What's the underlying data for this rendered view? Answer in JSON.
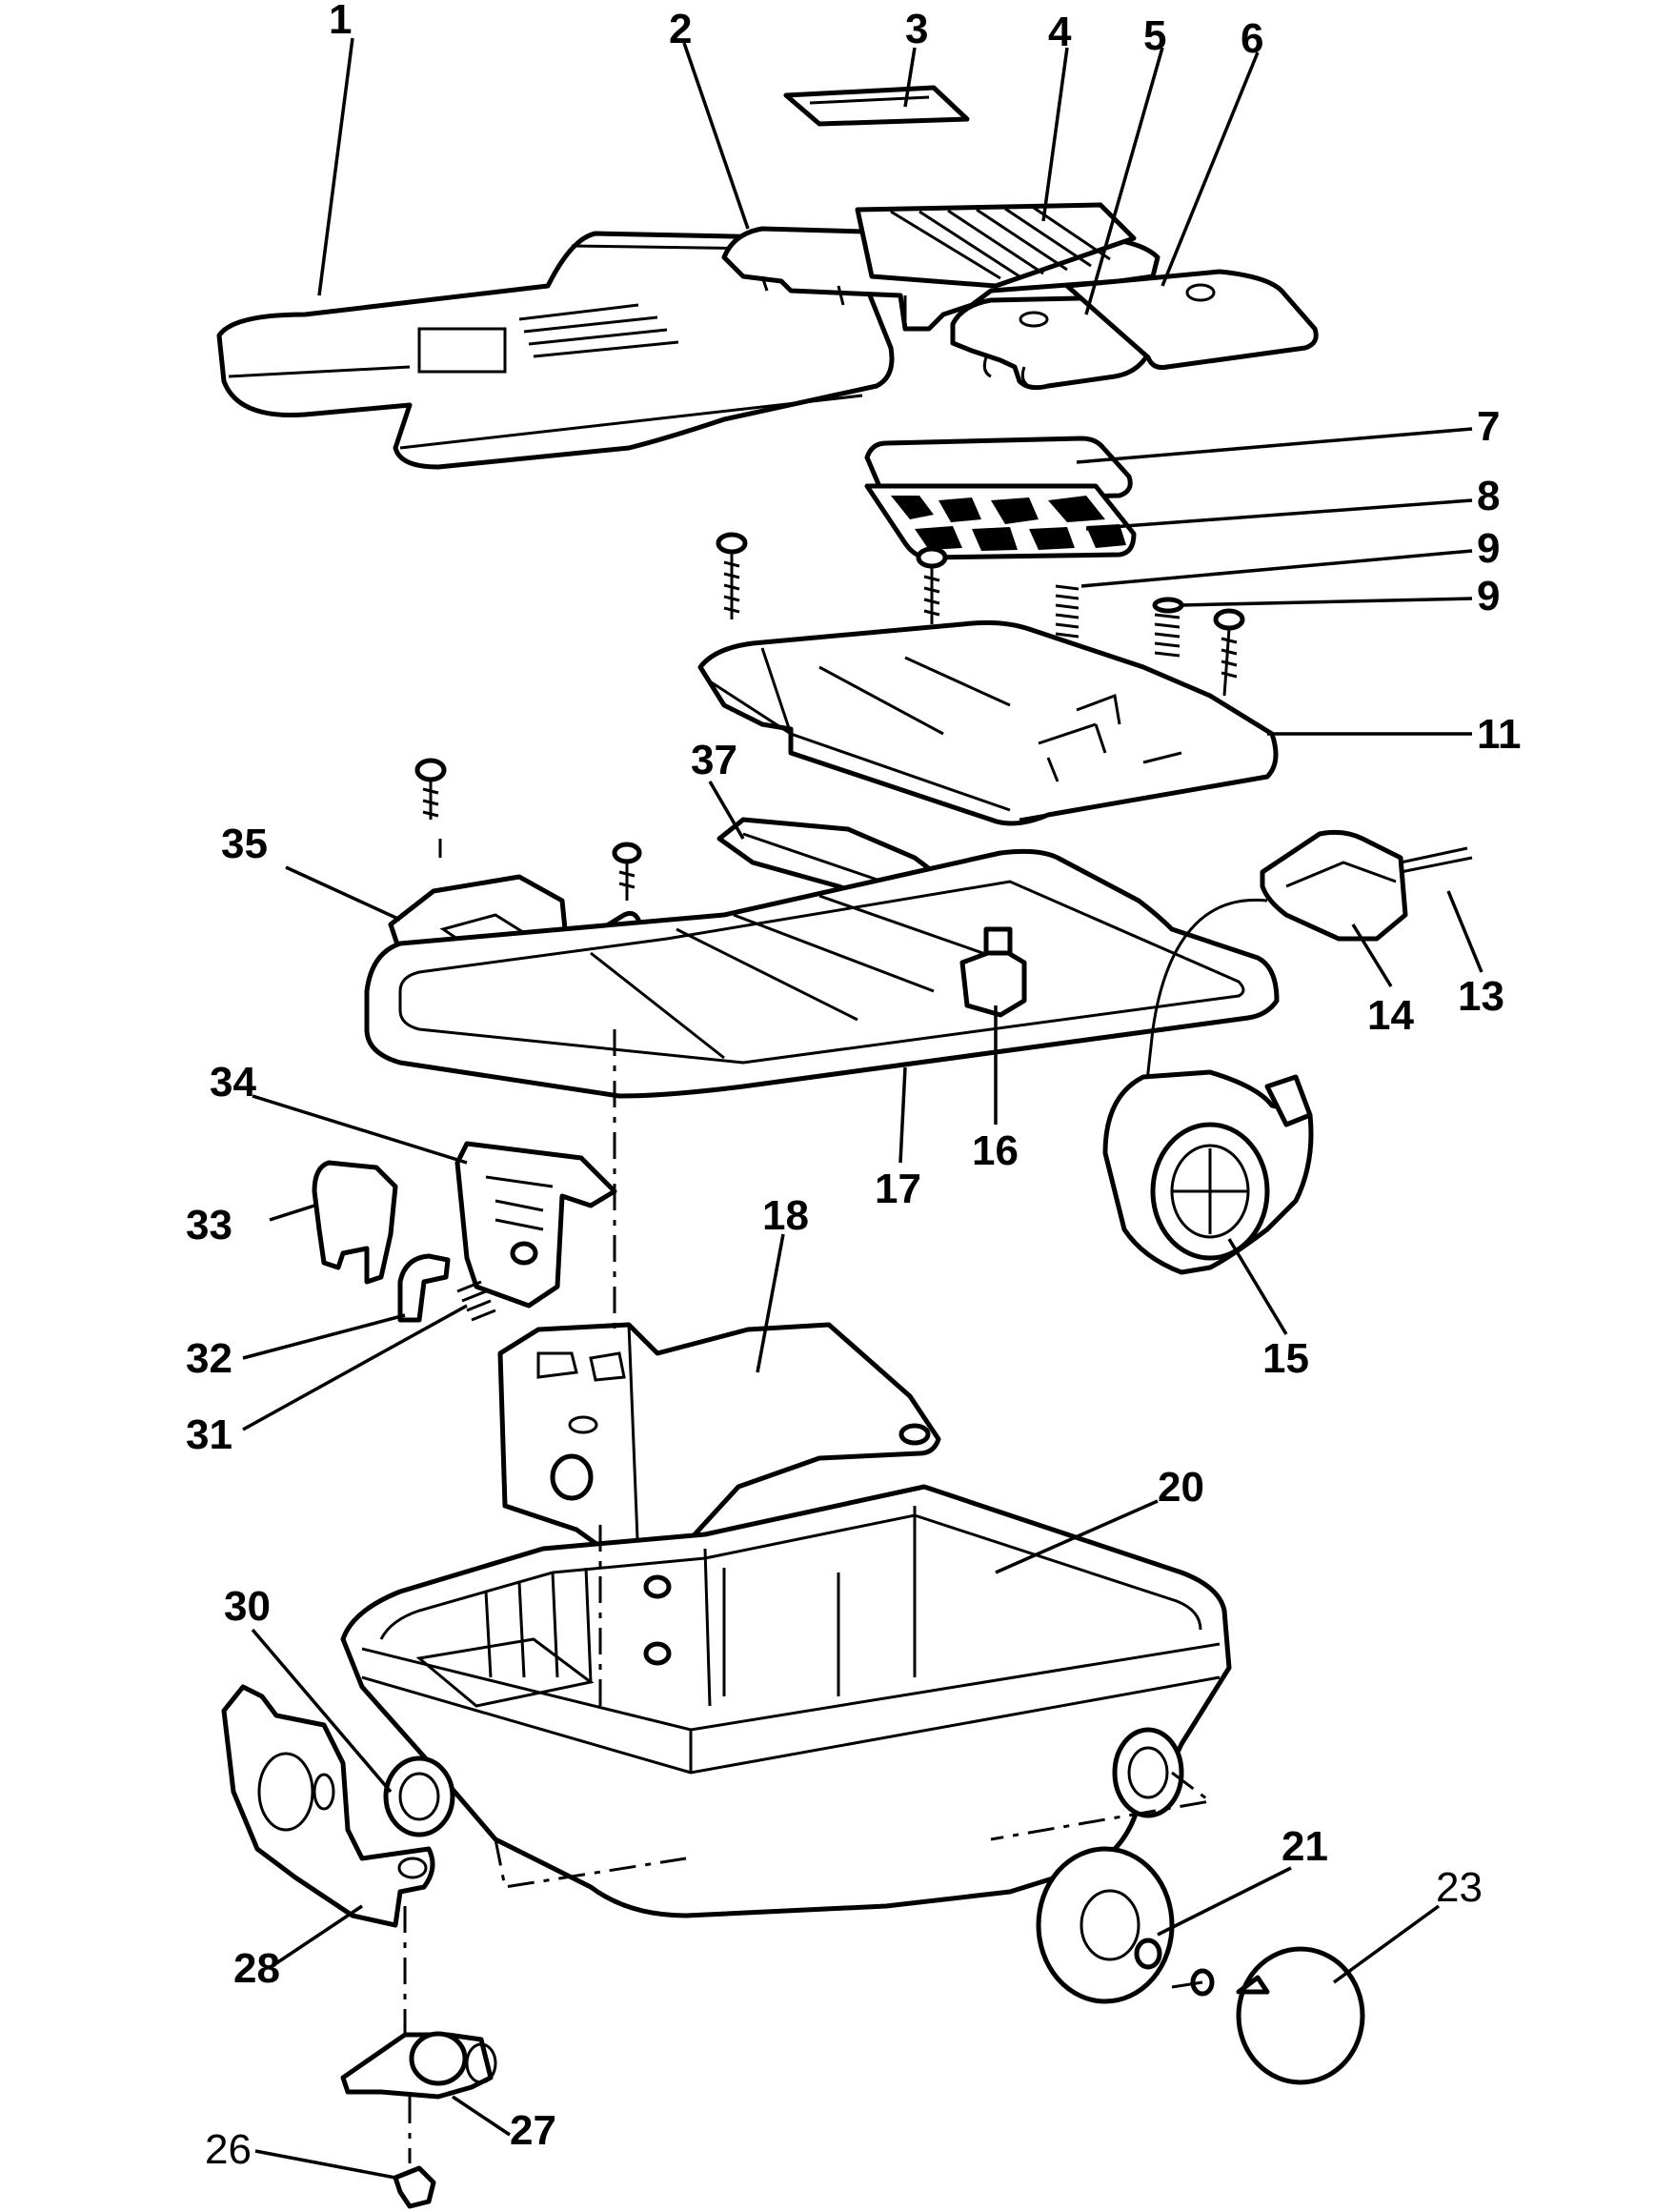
{
  "diagram": {
    "callouts": [
      {
        "id": "c1",
        "label": "1"
      },
      {
        "id": "c2",
        "label": "2"
      },
      {
        "id": "c3",
        "label": "3"
      },
      {
        "id": "c4",
        "label": "4"
      },
      {
        "id": "c5",
        "label": "5"
      },
      {
        "id": "c6",
        "label": "6"
      },
      {
        "id": "c7",
        "label": "7"
      },
      {
        "id": "c8",
        "label": "8"
      },
      {
        "id": "c9a",
        "label": "9"
      },
      {
        "id": "c9b",
        "label": "9"
      },
      {
        "id": "c11",
        "label": "11"
      },
      {
        "id": "c13",
        "label": "13"
      },
      {
        "id": "c14",
        "label": "14"
      },
      {
        "id": "c15",
        "label": "15"
      },
      {
        "id": "c16",
        "label": "16"
      },
      {
        "id": "c17",
        "label": "17"
      },
      {
        "id": "c18",
        "label": "18"
      },
      {
        "id": "c20",
        "label": "20"
      },
      {
        "id": "c21",
        "label": "21"
      },
      {
        "id": "c23",
        "label": "23"
      },
      {
        "id": "c26",
        "label": "26"
      },
      {
        "id": "c27",
        "label": "27"
      },
      {
        "id": "c28",
        "label": "28"
      },
      {
        "id": "c30",
        "label": "30"
      },
      {
        "id": "c31",
        "label": "31"
      },
      {
        "id": "c32",
        "label": "32"
      },
      {
        "id": "c33",
        "label": "33"
      },
      {
        "id": "c34",
        "label": "34"
      },
      {
        "id": "c35",
        "label": "35"
      },
      {
        "id": "c37",
        "label": "37"
      }
    ]
  }
}
